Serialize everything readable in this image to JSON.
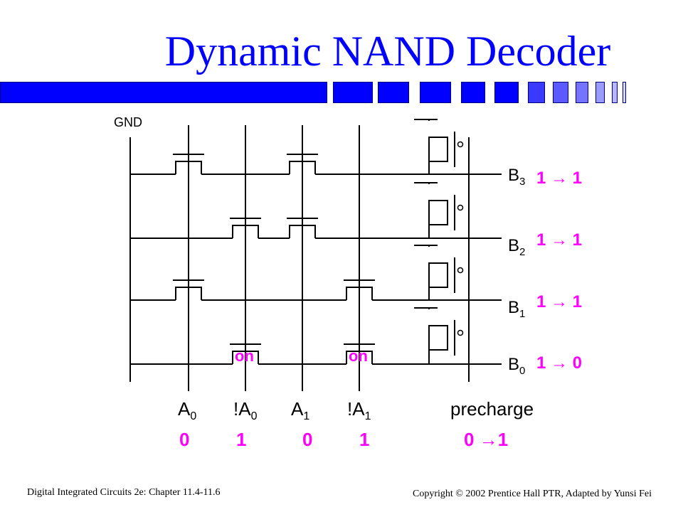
{
  "slide": {
    "title": "Dynamic NAND Decoder",
    "accent_color": "#0000ff",
    "value_color": "#ff00ff"
  },
  "circuit": {
    "gnd_label": "GND",
    "outputs": [
      {
        "sub": "3",
        "transition": "1 → 1"
      },
      {
        "sub": "2",
        "transition": "1 → 1"
      },
      {
        "sub": "1",
        "transition": "1 → 1"
      },
      {
        "sub": "0",
        "transition": "1 → 0"
      }
    ],
    "output_base": "B",
    "inputs": [
      {
        "prefix": "A",
        "sub": "0",
        "value": "0"
      },
      {
        "prefix": "!A",
        "sub": "0",
        "value": "1"
      },
      {
        "prefix": "A",
        "sub": "1",
        "value": "0"
      },
      {
        "prefix": "!A",
        "sub": "1",
        "value": "1"
      }
    ],
    "precharge_label": "precharge",
    "precharge_value": "0 →1",
    "on_labels": [
      "on",
      "on"
    ]
  },
  "footer": {
    "left": "Digital Integrated Circuits 2e: Chapter 11.4-11.6",
    "right": "Copyright © 2002 Prentice Hall PTR, Adapted by Yunsi Fei"
  }
}
